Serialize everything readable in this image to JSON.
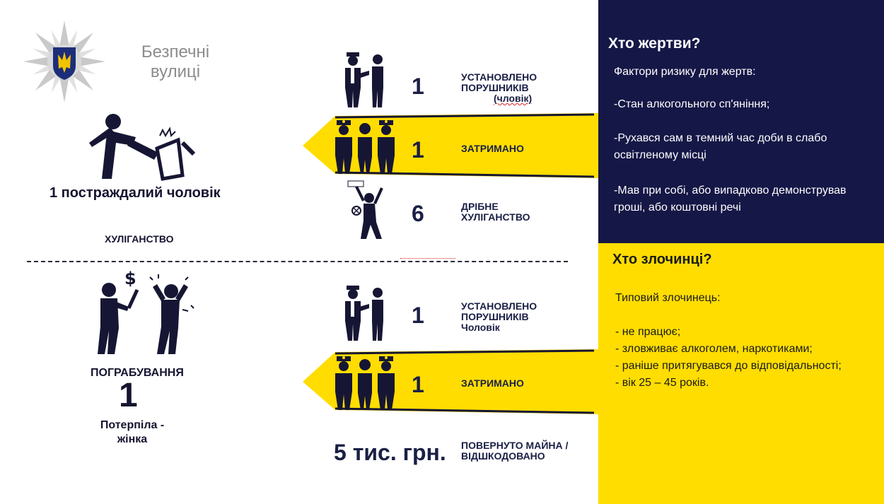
{
  "logo": {
    "text_line1": "Безпечні",
    "text_line2": "вулиці"
  },
  "left": {
    "victim_title": "1 постраждалий чоловік",
    "hooligan_label": "ХУЛІГАНСТВО",
    "robbery_label": "ПОГРАБУВАННЯ",
    "robbery_count": "1",
    "victim_female_line1": "Потерпіла -",
    "victim_female_line2": "жінка"
  },
  "middle": {
    "top": [
      {
        "num": "1",
        "label_line1": "УСТАНОВЛЕНО",
        "label_line2": "ПОРУШНИКІВ",
        "label_line3": "(чловік)"
      },
      {
        "num": "1",
        "label_line1": "ЗАТРИМАНО"
      },
      {
        "num": "6",
        "label_line1": "ДРІБНЕ",
        "label_line2": "ХУЛІГАНСТВО"
      }
    ],
    "bottom": [
      {
        "num": "1",
        "label_line1": "УСТАНОВЛЕНО",
        "label_line2": "ПОРУШНИКІВ",
        "label_line3": "Чоловік"
      },
      {
        "num": "1",
        "label_line1": "ЗАТРИМАНО"
      },
      {
        "num": "5 тис. грн.",
        "label_line1": "ПОВЕРНУТО МАЙНА /",
        "label_line2": "ВІДШКОДОВАНО"
      }
    ]
  },
  "victims": {
    "title": "Хто жертви?",
    "intro": "Фактори ризику для жертв:",
    "item1": "-Стан алкогольного сп'яніння;",
    "item2": "-Рухався сам в темний час доби в слабо освітленому місці",
    "item3": "-Мав при собі, або випадково демонстрував гроші, або коштовні речі"
  },
  "criminals": {
    "title": "Хто злочинці?",
    "intro": "Типовий злочинець:",
    "items": [
      "- не працює;",
      "- зловживає алкоголем, наркотиками;",
      "- раніше притягувався до відповідальності;",
      "- вік 25 – 45 років."
    ]
  },
  "colors": {
    "navy": "#151746",
    "yellow": "#ffdd00"
  }
}
